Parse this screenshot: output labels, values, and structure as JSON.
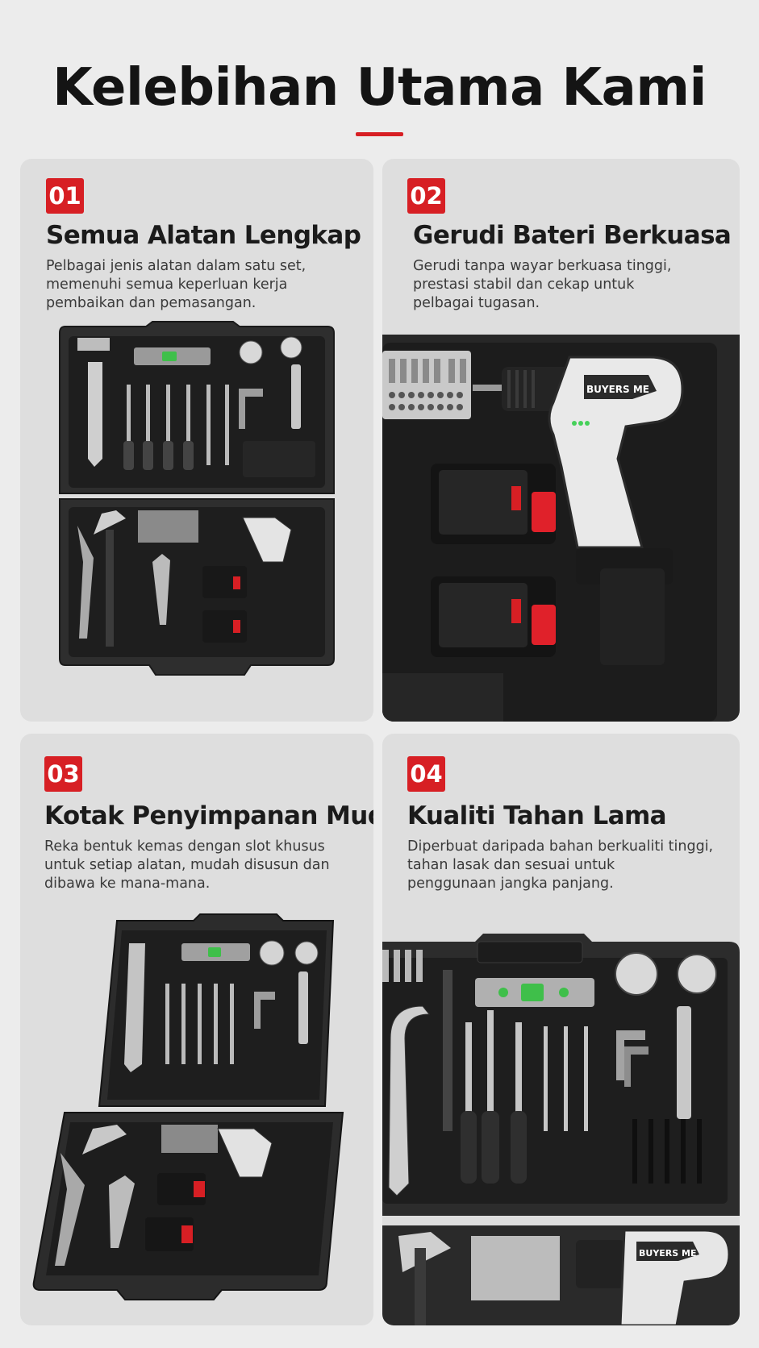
{
  "page": {
    "title": "Kelebihan Utama Kami"
  },
  "colors": {
    "accent": "#d71f24",
    "card_bg": "#dedede",
    "page_bg": "#ececec",
    "case_dark": "#2b2b2b",
    "case_inner": "#1f1f1f"
  },
  "features": [
    {
      "number": "01",
      "title": "Semua Alatan Lengkap",
      "desc_lines": [
        "Pelbagai jenis alatan dalam satu set,",
        "memenuhi semua keperluan kerja",
        "pembaikan dan pemasangan."
      ],
      "image": "open-toolbox-top-view"
    },
    {
      "number": "02",
      "title": "Gerudi Bateri Berkuasa",
      "desc_lines": [
        "Gerudi tanpa wayar berkuasa tinggi,",
        "prestasi stabil dan cekap untuk",
        "pelbagai tugasan."
      ],
      "image": "cordless-drill-closeup",
      "brand_label": "BUYERS ME"
    },
    {
      "number": "03",
      "title": "Kotak Penyimpanan Mudah",
      "desc_lines": [
        "Reka bentuk kemas dengan slot khusus",
        "untuk setiap alatan, mudah disusun dan",
        "dibawa ke mana-mana."
      ],
      "image": "open-toolbox-angled"
    },
    {
      "number": "04",
      "title": "Kualiti Tahan Lama",
      "desc_lines": [
        "Diperbuat daripada bahan berkualiti tinggi,",
        "tahan lasak dan sesuai untuk",
        "penggunaan jangka panjang."
      ],
      "image": "toolbox-tools-closeup",
      "brand_label": "BUYERS ME"
    }
  ]
}
